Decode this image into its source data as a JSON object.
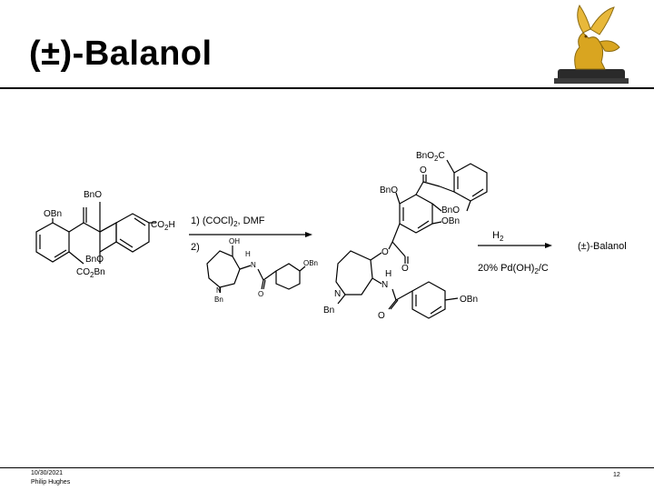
{
  "slide": {
    "title": "(±)-Balanol",
    "date": "10/30/2021",
    "author": "Philip Hughes",
    "page_number": "12"
  },
  "scheme": {
    "start_material": {
      "label_obn_left": "OBn",
      "label_bno_top": "BnO",
      "label_bno_bottom": "BnO",
      "label_co2bn": "CO",
      "label_co2bn_sub": "2",
      "label_co2bn_tail": "Bn",
      "label_co2h": "CO",
      "label_co2h_sub": "2",
      "label_co2h_tail": "H"
    },
    "step1": {
      "line1_prefix": "1) (COCl)",
      "line1_sub": "2",
      "line1_suffix": ", DMF",
      "line2": "2)",
      "reagent_oh": "OH",
      "reagent_h": "H",
      "reagent_n_amide": "N",
      "reagent_obn": "OBn",
      "reagent_n_ring": "N",
      "reagent_bn": "Bn",
      "reagent_o": "O"
    },
    "intermediate": {
      "label_bno2c": "BnO",
      "label_bno2c_sub": "2",
      "label_bno2c_tail": "C",
      "label_o_ketone": "O",
      "label_bno_left": "BnO",
      "label_bno_right": "BnO",
      "label_obn_right": "OBn",
      "label_o_ester": "O",
      "label_o_carbonyl": "O",
      "label_h": "H",
      "label_n_amide": "N",
      "label_n_ring": "N",
      "label_bn": "Bn",
      "label_o_amide": "O",
      "label_obn_tail": "OBn"
    },
    "step2": {
      "reagent_top_prefix": "H",
      "reagent_top_sub": "2",
      "reagent_bottom_prefix": "20% Pd(OH)",
      "reagent_bottom_sub": "2",
      "reagent_bottom_suffix": "/C"
    },
    "product": "(±)-Balanol"
  },
  "icons": {
    "logo": "gold-griffin-statue-icon"
  }
}
